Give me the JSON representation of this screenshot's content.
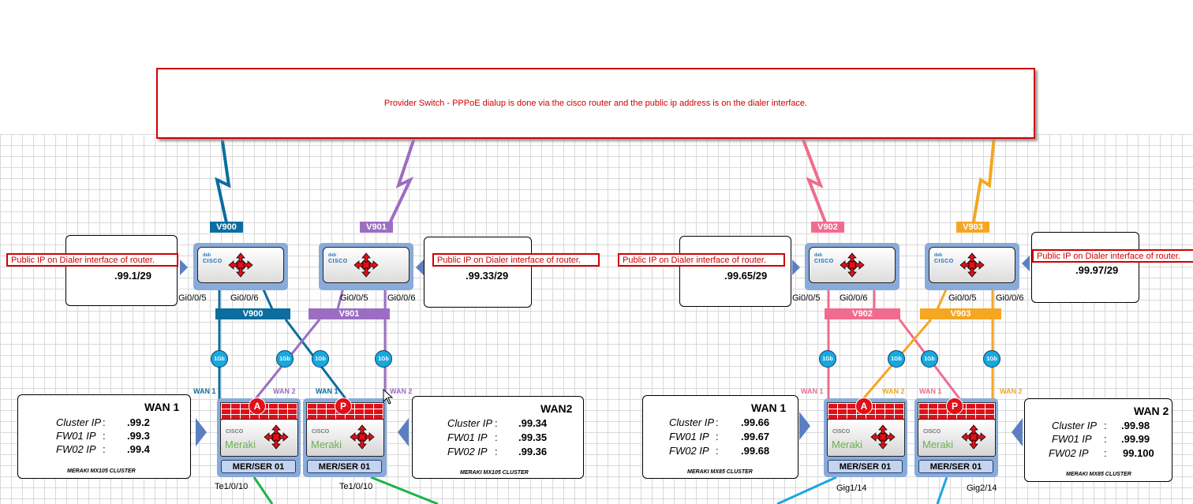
{
  "banner": "Provider Switch - PPPoE dialup is done via the cisco router and the public ip address is on the dialer interface.",
  "colors": {
    "v900": "#0c6d9e",
    "v901": "#9b6ec2",
    "v902": "#f06c8e",
    "v903": "#f5a623",
    "green": "#1db34a",
    "cyan": "#1aa7e0",
    "red": "#d00000"
  },
  "routers": [
    {
      "vlan": "V900",
      "bar": "V900",
      "ip": ".99.1/29",
      "dialer": "Public IP on Dialer interface of router.",
      "port_a": "Gi0/0/5",
      "port_b": "Gi0/0/6"
    },
    {
      "vlan": "V901",
      "bar": "V901",
      "ip": ".99.33/29",
      "dialer": "Public IP on Dialer interface of router.",
      "port_a": "Gi0/0/5",
      "port_b": "Gi0/0/6"
    },
    {
      "vlan": "V902",
      "bar": "V902",
      "ip": ".99.65/29",
      "dialer": "Public IP on Dialer interface of router.",
      "port_a": "Gi0/0/5",
      "port_b": "Gi0/0/6"
    },
    {
      "vlan": "V903",
      "bar": "V903",
      "ip": ".99.97/29",
      "dialer": "Public IP on Dialer interface of router.",
      "port_a": "Gi0/0/5",
      "port_b": "Gi0/0/6"
    }
  ],
  "cisco_text": "CISCO",
  "link_speed": "1Gb",
  "wan1": "WAN 1",
  "wan2": "WAN 2",
  "firewalls": [
    {
      "letter": "A",
      "label": "MER/SER 01",
      "brand": "CISCO",
      "product": "Meraki",
      "uplink": "Te1/0/10"
    },
    {
      "letter": "P",
      "label": "MER/SER 01",
      "brand": "CISCO",
      "product": "Meraki",
      "uplink": "Te1/0/10"
    },
    {
      "letter": "A",
      "label": "MER/SER 01",
      "brand": "CISCO",
      "product": "Meraki",
      "uplink": "Gig1/14"
    },
    {
      "letter": "P",
      "label": "MER/SER 01",
      "brand": "CISCO",
      "product": "Meraki",
      "uplink": "Gig2/14"
    }
  ],
  "wan_boxes": [
    {
      "title": "WAN 1",
      "rows": [
        {
          "label": "Cluster IP",
          "sep": ":",
          "value": ".99.2"
        },
        {
          "label": "FW01 IP",
          "sep": ":",
          "value": ".99.3"
        },
        {
          "label": "FW02 IP",
          "sep": ":",
          "value": ".99.4"
        }
      ],
      "cluster": "MERAKI MX105 CLUSTER"
    },
    {
      "title": "WAN2",
      "rows": [
        {
          "label": "Cluster IP",
          "sep": ":",
          "value": ".99.34"
        },
        {
          "label": "FW01 IP",
          "sep": ":",
          "value": ".99.35"
        },
        {
          "label": "FW02 IP",
          "sep": ":",
          "value": ".99.36"
        }
      ],
      "cluster": "MERAKI MX105 CLUSTER"
    },
    {
      "title": "WAN 1",
      "rows": [
        {
          "label": "Cluster IP",
          "sep": ":",
          "value": ".99.66"
        },
        {
          "label": "FW01 IP",
          "sep": ":",
          "value": ".99.67"
        },
        {
          "label": "FW02 IP",
          "sep": ":",
          "value": ".99.68"
        }
      ],
      "cluster": "MERAKI MX85 CLUSTER"
    },
    {
      "title": "WAN 2",
      "rows": [
        {
          "label": "Cluster IP",
          "sep": ":",
          "value": ".99.98"
        },
        {
          "label": "FW01 IP",
          "sep": ":",
          "value": ".99.99"
        },
        {
          "label": "FW02 IP",
          "sep": ":",
          "value": "99.100"
        }
      ],
      "cluster": "MERAKI MX85 CLUSTER"
    }
  ]
}
